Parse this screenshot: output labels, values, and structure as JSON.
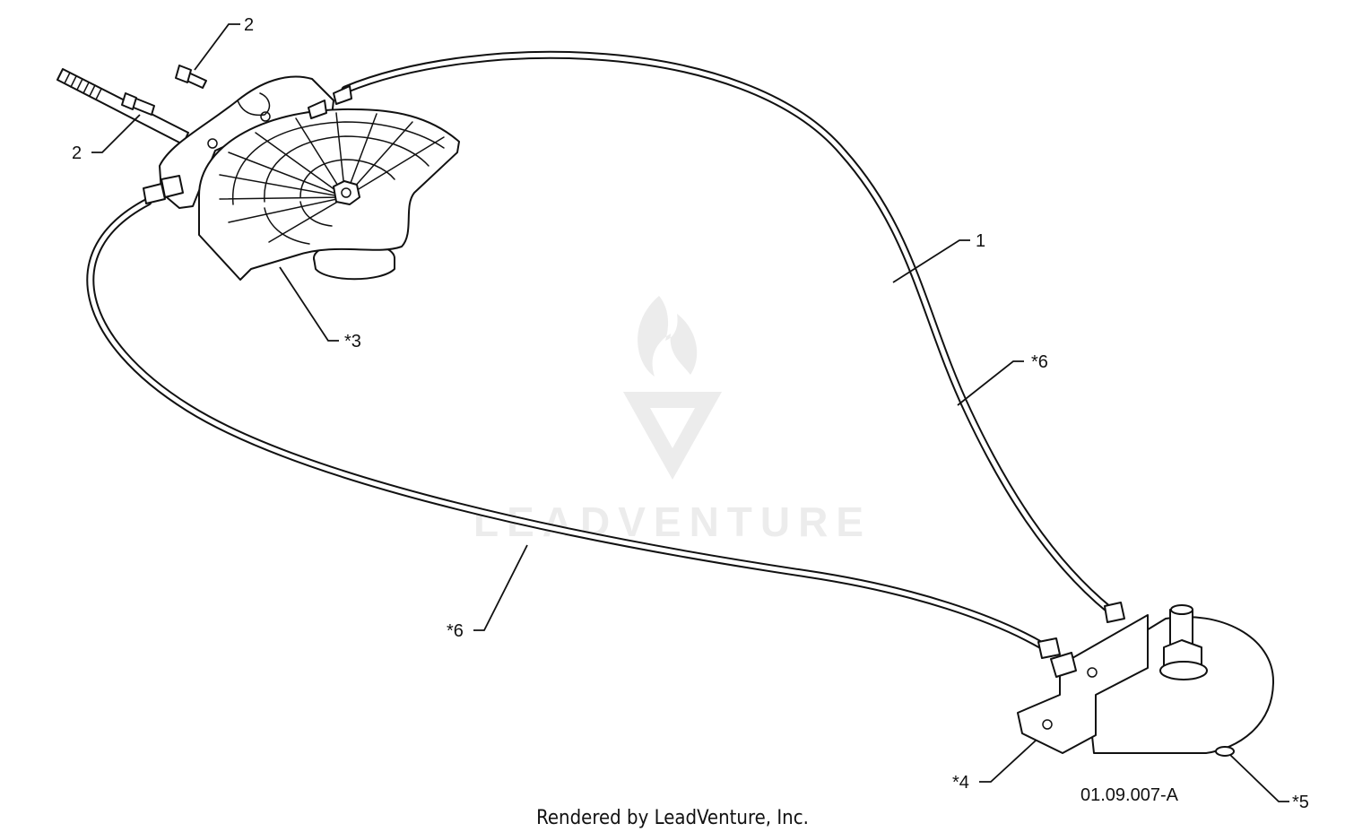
{
  "callouts": [
    {
      "id": "c-2-top",
      "label": "2"
    },
    {
      "id": "c-2-left",
      "label": "2"
    },
    {
      "id": "c-1",
      "label": "1"
    },
    {
      "id": "c-3",
      "label": "*3"
    },
    {
      "id": "c-6-right",
      "label": "*6"
    },
    {
      "id": "c-6-left",
      "label": "*6"
    },
    {
      "id": "c-4",
      "label": "*4"
    },
    {
      "id": "c-5",
      "label": "*5"
    }
  ],
  "drawing_number": "01.09.007-A",
  "credit": "Rendered by LeadVenture, Inc.",
  "watermark": "LEADVENTURE"
}
